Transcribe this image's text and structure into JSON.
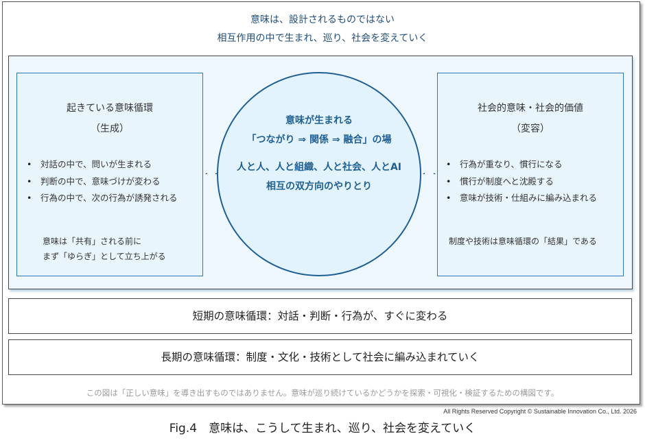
{
  "header": {
    "line1": "意味は、設計されるものではない",
    "line2": "相互作用の中で生まれ、巡り、社会を変えていく"
  },
  "left_box": {
    "title": "起きている意味循環",
    "subtitle": "（生成）",
    "bullets": [
      "対話の中で、問いが生まれる",
      "判断の中で、意味づけが変わる",
      "行為の中で、次の行為が誘発される"
    ],
    "note_line1": "意味は「共有」される前に",
    "note_line2": "まず「ゆらぎ」として立ち上がる"
  },
  "center_circle": {
    "line1": "意味が生まれる",
    "line2": "「つながり ⇒ 関係 ⇒ 融合」の場",
    "line3": "人と人、人と組織、人と社会、人とAI",
    "line4": "相互の双方向のやりとり"
  },
  "right_box": {
    "title": "社会的意味・社会的価値",
    "subtitle": "（変容）",
    "bullets": [
      "行為が重なり、慣行になる",
      "慣行が制度へと沈殿する",
      "意味が技術・仕組みに編み込まれる"
    ],
    "note_line1": "制度や技術は意味循環の「結果」である"
  },
  "connectors": {
    "left_icon": "double-arrow-horizontal",
    "right_icon": "double-arrow-horizontal"
  },
  "short_term": "短期の意味循環：対話・判断・行為が、すぐに変わる",
  "long_term": "長期の意味循環：制度・文化・技術として社会に編み込まれていく",
  "disclaimer": "この図は「正しい意味」を導き出すものではありません。意味が巡り続けているかどうかを探索・可視化・検証するための構図です。",
  "copyright": "All Rights Reserved Copyright ©  Sustainable Innovation Co., Ltd.  2026",
  "caption": "Fig.4　意味は、こうして生まれ、巡り、社会を変えていく",
  "colors": {
    "accent": "#1f5f94",
    "box_border": "#2e75b6",
    "panel_bg": "#eef7fd",
    "box_bg": "#e8f5fd",
    "circle_bg": "#e2f3fd",
    "headline": "#1f4e79",
    "disclaimer": "#9a9a9a"
  }
}
